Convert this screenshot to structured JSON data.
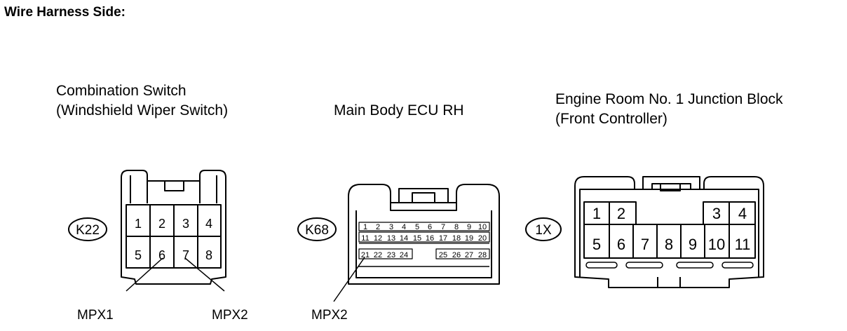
{
  "heading": "Wire Harness Side:",
  "connectors": [
    {
      "code": "K22",
      "title_lines": [
        "Combination Switch",
        "(Windshield Wiper Switch)"
      ],
      "pins": [
        "1",
        "2",
        "3",
        "4",
        "5",
        "6",
        "7",
        "8"
      ],
      "callouts": [
        "MPX1",
        "MPX2"
      ]
    },
    {
      "code": "K68",
      "title_lines": [
        "Main Body ECU RH"
      ],
      "pins": [
        "1",
        "2",
        "3",
        "4",
        "5",
        "6",
        "7",
        "8",
        "9",
        "10",
        "11",
        "12",
        "13",
        "14",
        "15",
        "16",
        "17",
        "18",
        "19",
        "20",
        "21",
        "22",
        "23",
        "24",
        "25",
        "26",
        "27",
        "28"
      ],
      "callouts": [
        "MPX2"
      ]
    },
    {
      "code": "1X",
      "title_lines": [
        "Engine Room No. 1 Junction Block",
        "(Front Controller)"
      ],
      "pins": [
        "1",
        "2",
        "3",
        "4",
        "5",
        "6",
        "7",
        "8",
        "9",
        "10",
        "11"
      ],
      "callouts": []
    }
  ]
}
